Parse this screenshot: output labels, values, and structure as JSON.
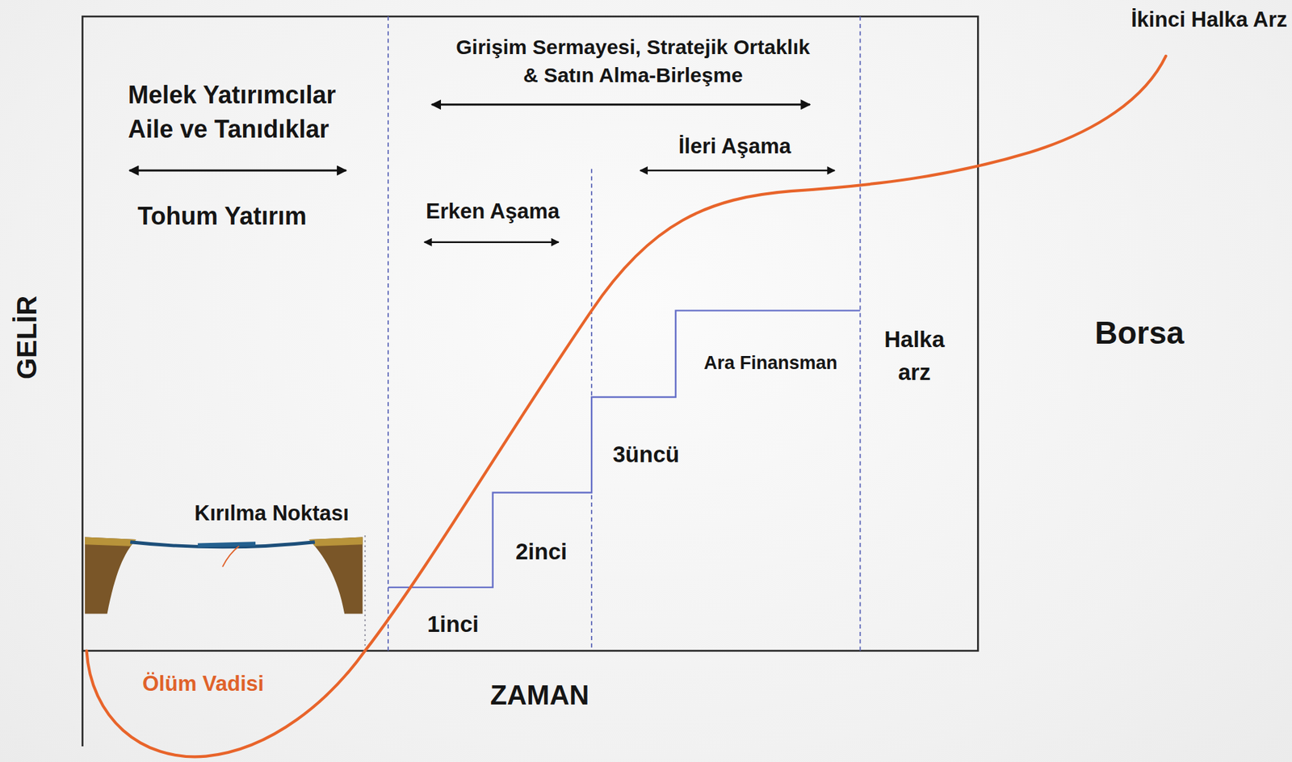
{
  "diagram": {
    "labels": [
      "Melek Yatırımcılar Aile ve Tanıdıklar",
      "Tohum Yatırım",
      "Girişim Sermayesi, Stratejik Ortaklık & Satın Alma-Birleşme",
      "Erken Aşama",
      "İleri Aşama",
      "İkinci Halka Arz",
      "Kırılma Noktası",
      "Halka arz",
      "Borsa",
      "Ara Finansman",
      "3üncü",
      "2inci",
      "1inci",
      "GELİR",
      "ZAMAN",
      "Ölüm Vadisi"
    ]
  }
}
